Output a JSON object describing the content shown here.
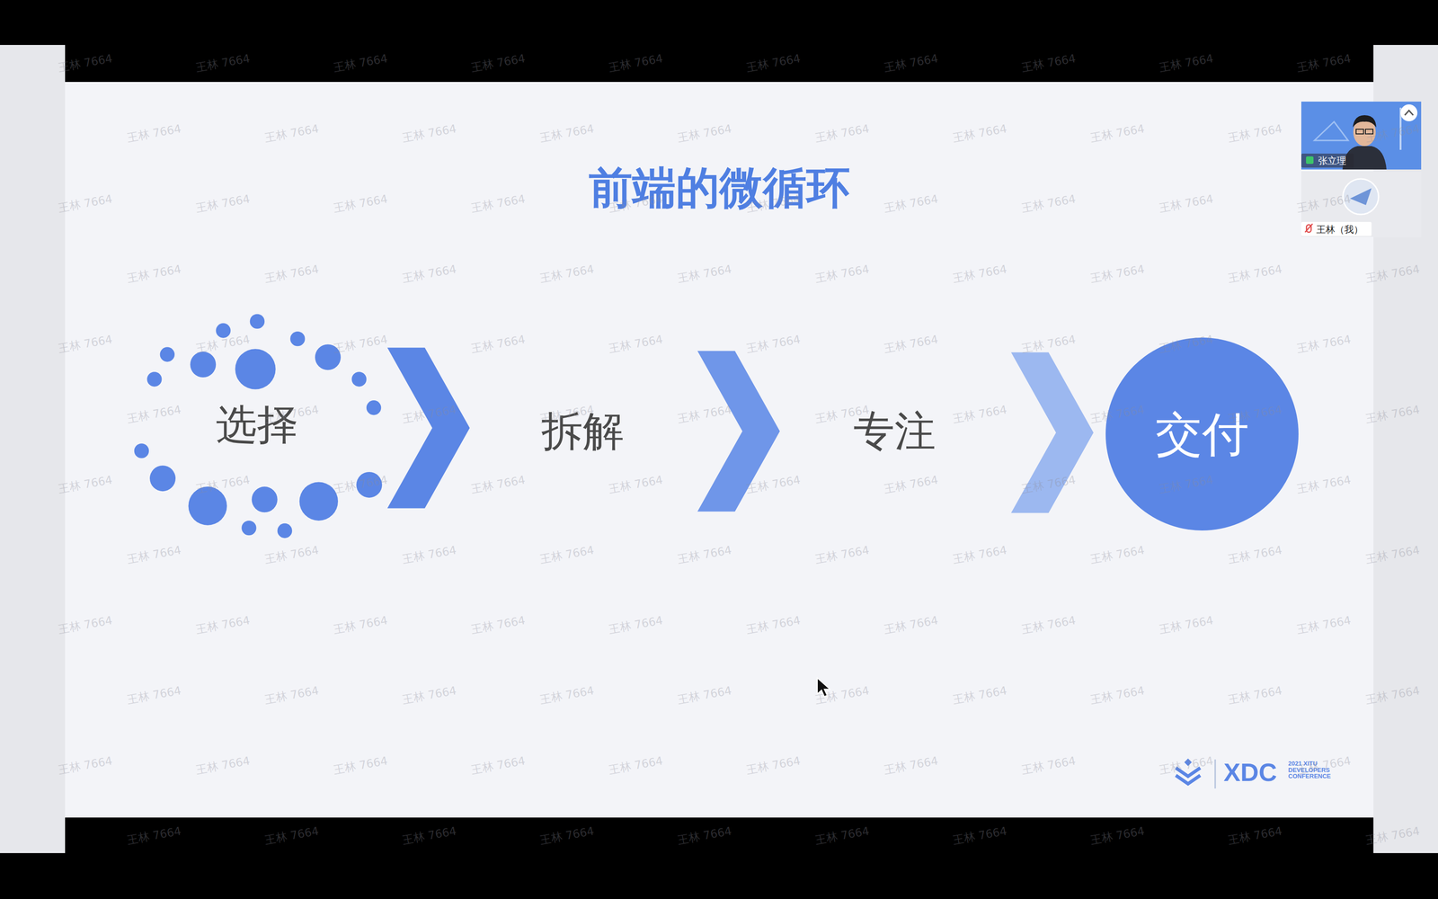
{
  "diagram": {
    "title": "前端的微循环",
    "nodes": [
      {
        "text": [
          "选择"
        ]
      },
      {
        "text": [
          "拆解"
        ]
      },
      {
        "text": [
          "专注"
        ]
      },
      {
        "text": [
          "交付"
        ]
      }
    ],
    "edges": [
      {
        "from": 0,
        "to": 1,
        "arrow": "to"
      },
      {
        "from": 1,
        "to": 2,
        "arrow": "to"
      },
      {
        "from": 2,
        "to": 3,
        "arrow": "to"
      }
    ],
    "labels": [
      "张立理",
      "王林（我）",
      "XDC",
      "2021 XITU DEVELOPERS CONFERENCE",
      "王林 7664",
      "王林 7664",
      "王林 7664",
      "王林 7664",
      "王林 7664",
      "王林 7664",
      "王林 7664",
      "王林 7664",
      "王林 7664",
      "王林 7664",
      "王林 7664",
      "王林 7664",
      "王林 7664",
      "王林 7664",
      "王林 7664",
      "王林 7664",
      "王林 7664",
      "王林 7664",
      "王林 7664",
      "王林 7664",
      "王林 7664",
      "王林 7664",
      "王林 7664",
      "王林 7664",
      "王林 7664",
      "王林 7664",
      "王林 7664",
      "王林 7664",
      "王林 7664",
      "王林 7664",
      "王林 7664",
      "王林 7664",
      "王林 7664",
      "王林 7664",
      "王林 7664",
      "王林 7664",
      "王林 7664",
      "王林 7664",
      "王林 7664",
      "王林 7664",
      "王林 7664",
      "王林 7664",
      "王林 7664",
      "王林 7664",
      "王林 7664",
      "王林 7664",
      "王林 7664",
      "王林 7664",
      "王林 7664",
      "王林 7664",
      "王林 7664",
      "王林 7664",
      "王林 7664",
      "王林 7664",
      "王林 7664",
      "王林 7664",
      "王林 7664",
      "王林 7664",
      "王林 7664",
      "王林 7664",
      "王林 7664",
      "王林 7664",
      "王林 7664",
      "王林 7664",
      "王林 7664",
      "王林 7664",
      "王林 7664",
      "王林 7664",
      "王林 7664",
      "王林 7664",
      "王林 7664",
      "王林 7664",
      "王林 7664",
      "王林 7664",
      "王林 7664",
      "王林 7664",
      "王林 7664",
      "王林 7664",
      "王林 7664",
      "王林 7664",
      "王林 7664",
      "王林 7664",
      "王林 7664",
      "王林 7664",
      "王林 7664",
      "王林 7664",
      "王林 7664",
      "王林 7664",
      "王林 7664",
      "王林 7664",
      "王林 7664",
      "王林 7664",
      "王林 7664",
      "王林 7664",
      "王林 7664",
      "王林 7664",
      "王林 7664",
      "王林 7664",
      "王林 7664",
      "王林 7664",
      "王林 7664",
      "王林 7664",
      "王林 7664",
      "王林 7664",
      "王林 7664",
      "王林 7664",
      "王林 7664",
      "王林 7664",
      "王林 7664",
      "王林 7664",
      "王林 7664",
      "王林 7664",
      "王林 7664",
      "王林 7664",
      "王林 7664",
      "王林 7664",
      "王林 7664",
      "王林 7664",
      "王林 7664",
      "王林 7664"
    ]
  }
}
